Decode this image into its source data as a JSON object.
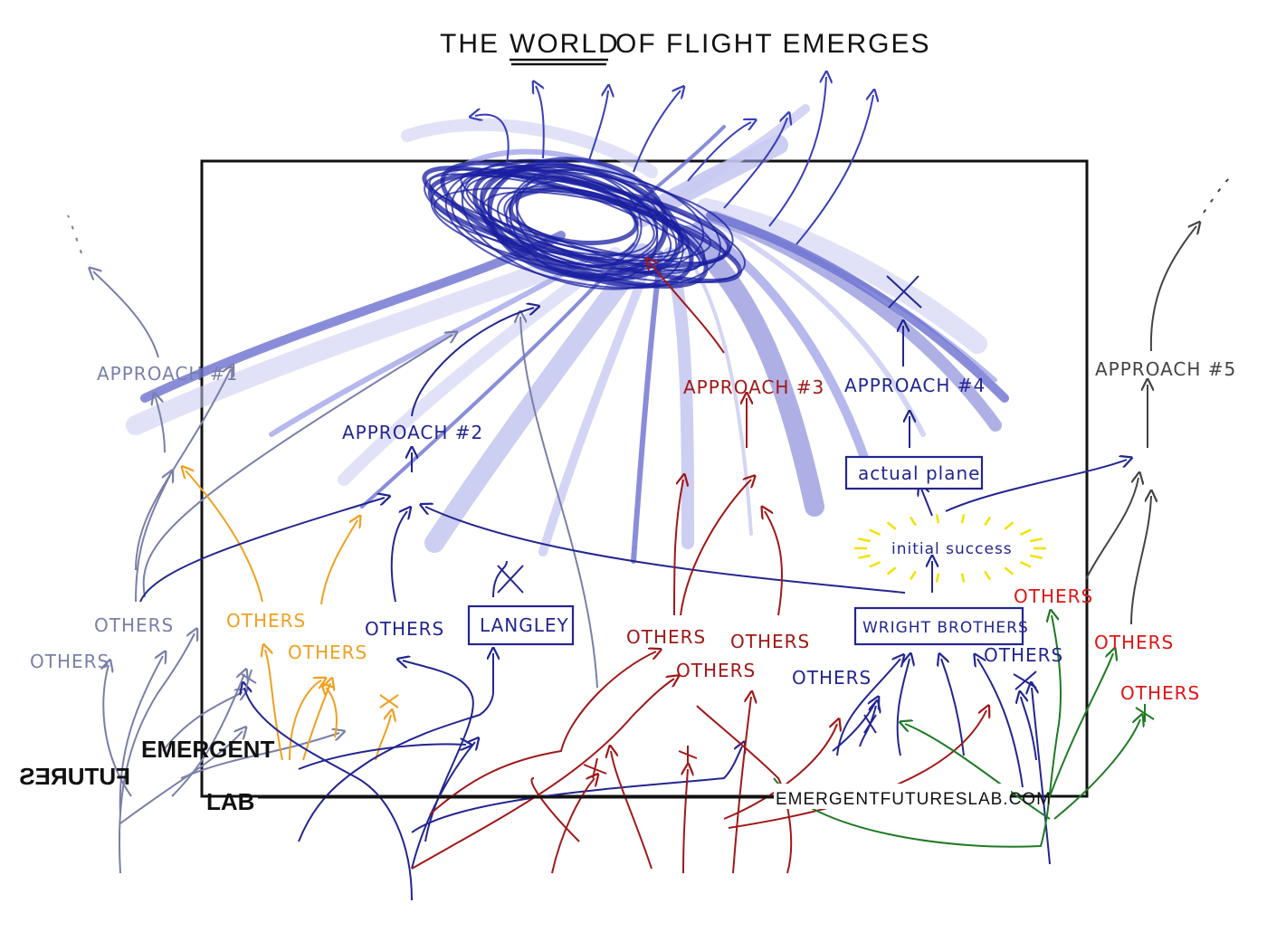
{
  "title": {
    "pre": "THE",
    "highlight": "WORLD",
    "post": "OF FLIGHT EMERGES"
  },
  "approaches": {
    "a1": "APPROACH #1",
    "a2": "APPROACH #2",
    "a3": "APPROACH #3",
    "a4": "APPROACH #4",
    "a5": "APPROACH #5"
  },
  "boxes": {
    "langley": "LANGLEY",
    "wright": "WRIGHT BROTHERS",
    "actual_plane": "actual plane",
    "initial_success": "initial success"
  },
  "others_label": "OTHERS",
  "logo": {
    "line1": "EMERGENT",
    "line2": "FUTURES",
    "line3": "LAB"
  },
  "url": "EMERGENTFUTURESLAB.COM",
  "colors": {
    "grey_lineage": "#7a7fa8",
    "orange_lineage": "#f0a020",
    "blue_lineage": "#23268f",
    "red_lineage": "#a01818",
    "green_lineage": "#1f7a25",
    "bright_red": "#e01515",
    "dark_grey": "#444444",
    "vortex": "#3a3fb8",
    "glow": "#f2e200"
  }
}
